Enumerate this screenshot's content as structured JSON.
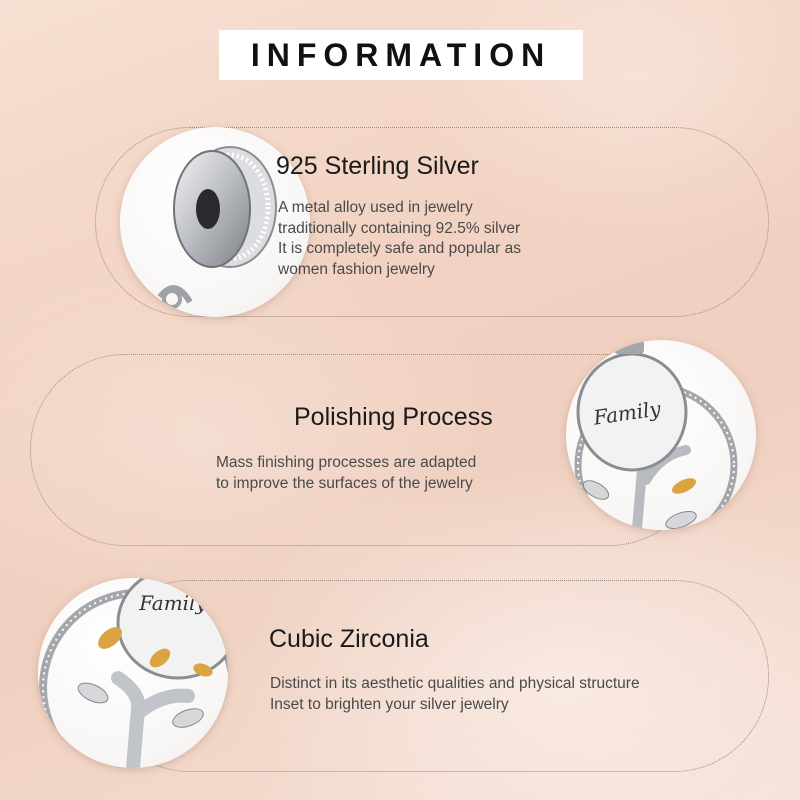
{
  "title": "INFORMATION",
  "sections": [
    {
      "heading": "925 Sterling Silver",
      "lines": [
        "A metal alloy used in jewelry",
        "traditionally containing 92.5% silver",
        "It is completely safe and popular as",
        "women fashion jewelry"
      ],
      "image": "silver-spacer-charm-photo"
    },
    {
      "heading": "Polishing Process",
      "lines": [
        "Mass finishing processes are adapted",
        "to improve the surfaces of the jewelry"
      ],
      "image": "family-tree-charm-photo",
      "engraving": "Family"
    },
    {
      "heading": "Cubic Zirconia",
      "lines": [
        "Distinct in its aesthetic qualities and physical structure",
        "Inset to brighten your silver jewelry"
      ],
      "image": "family-tree-charm-closeup-photo",
      "engraving": "Family"
    }
  ],
  "colors": {
    "background": "#f2d3c3",
    "title_box": "#ffffff",
    "gold": "#d9a441",
    "silver": "#c9cbce"
  }
}
